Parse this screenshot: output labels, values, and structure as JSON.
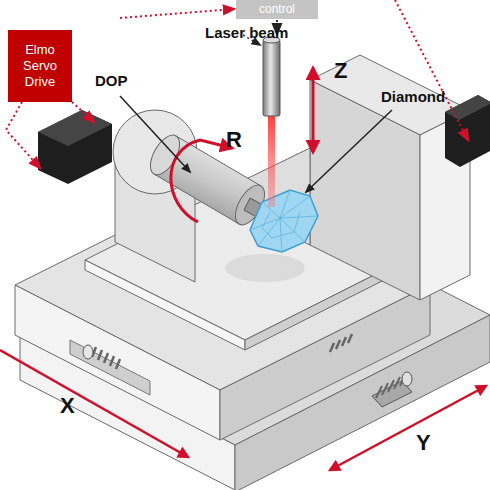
{
  "diagram": {
    "nodes": [
      {
        "text": [
          "control"
        ]
      },
      {
        "text": [
          "Elmo Servo Drive"
        ]
      }
    ],
    "labels": [
      "Laser beam",
      "DOP",
      "R",
      "Z",
      "Diamond",
      "X",
      "Y"
    ]
  }
}
